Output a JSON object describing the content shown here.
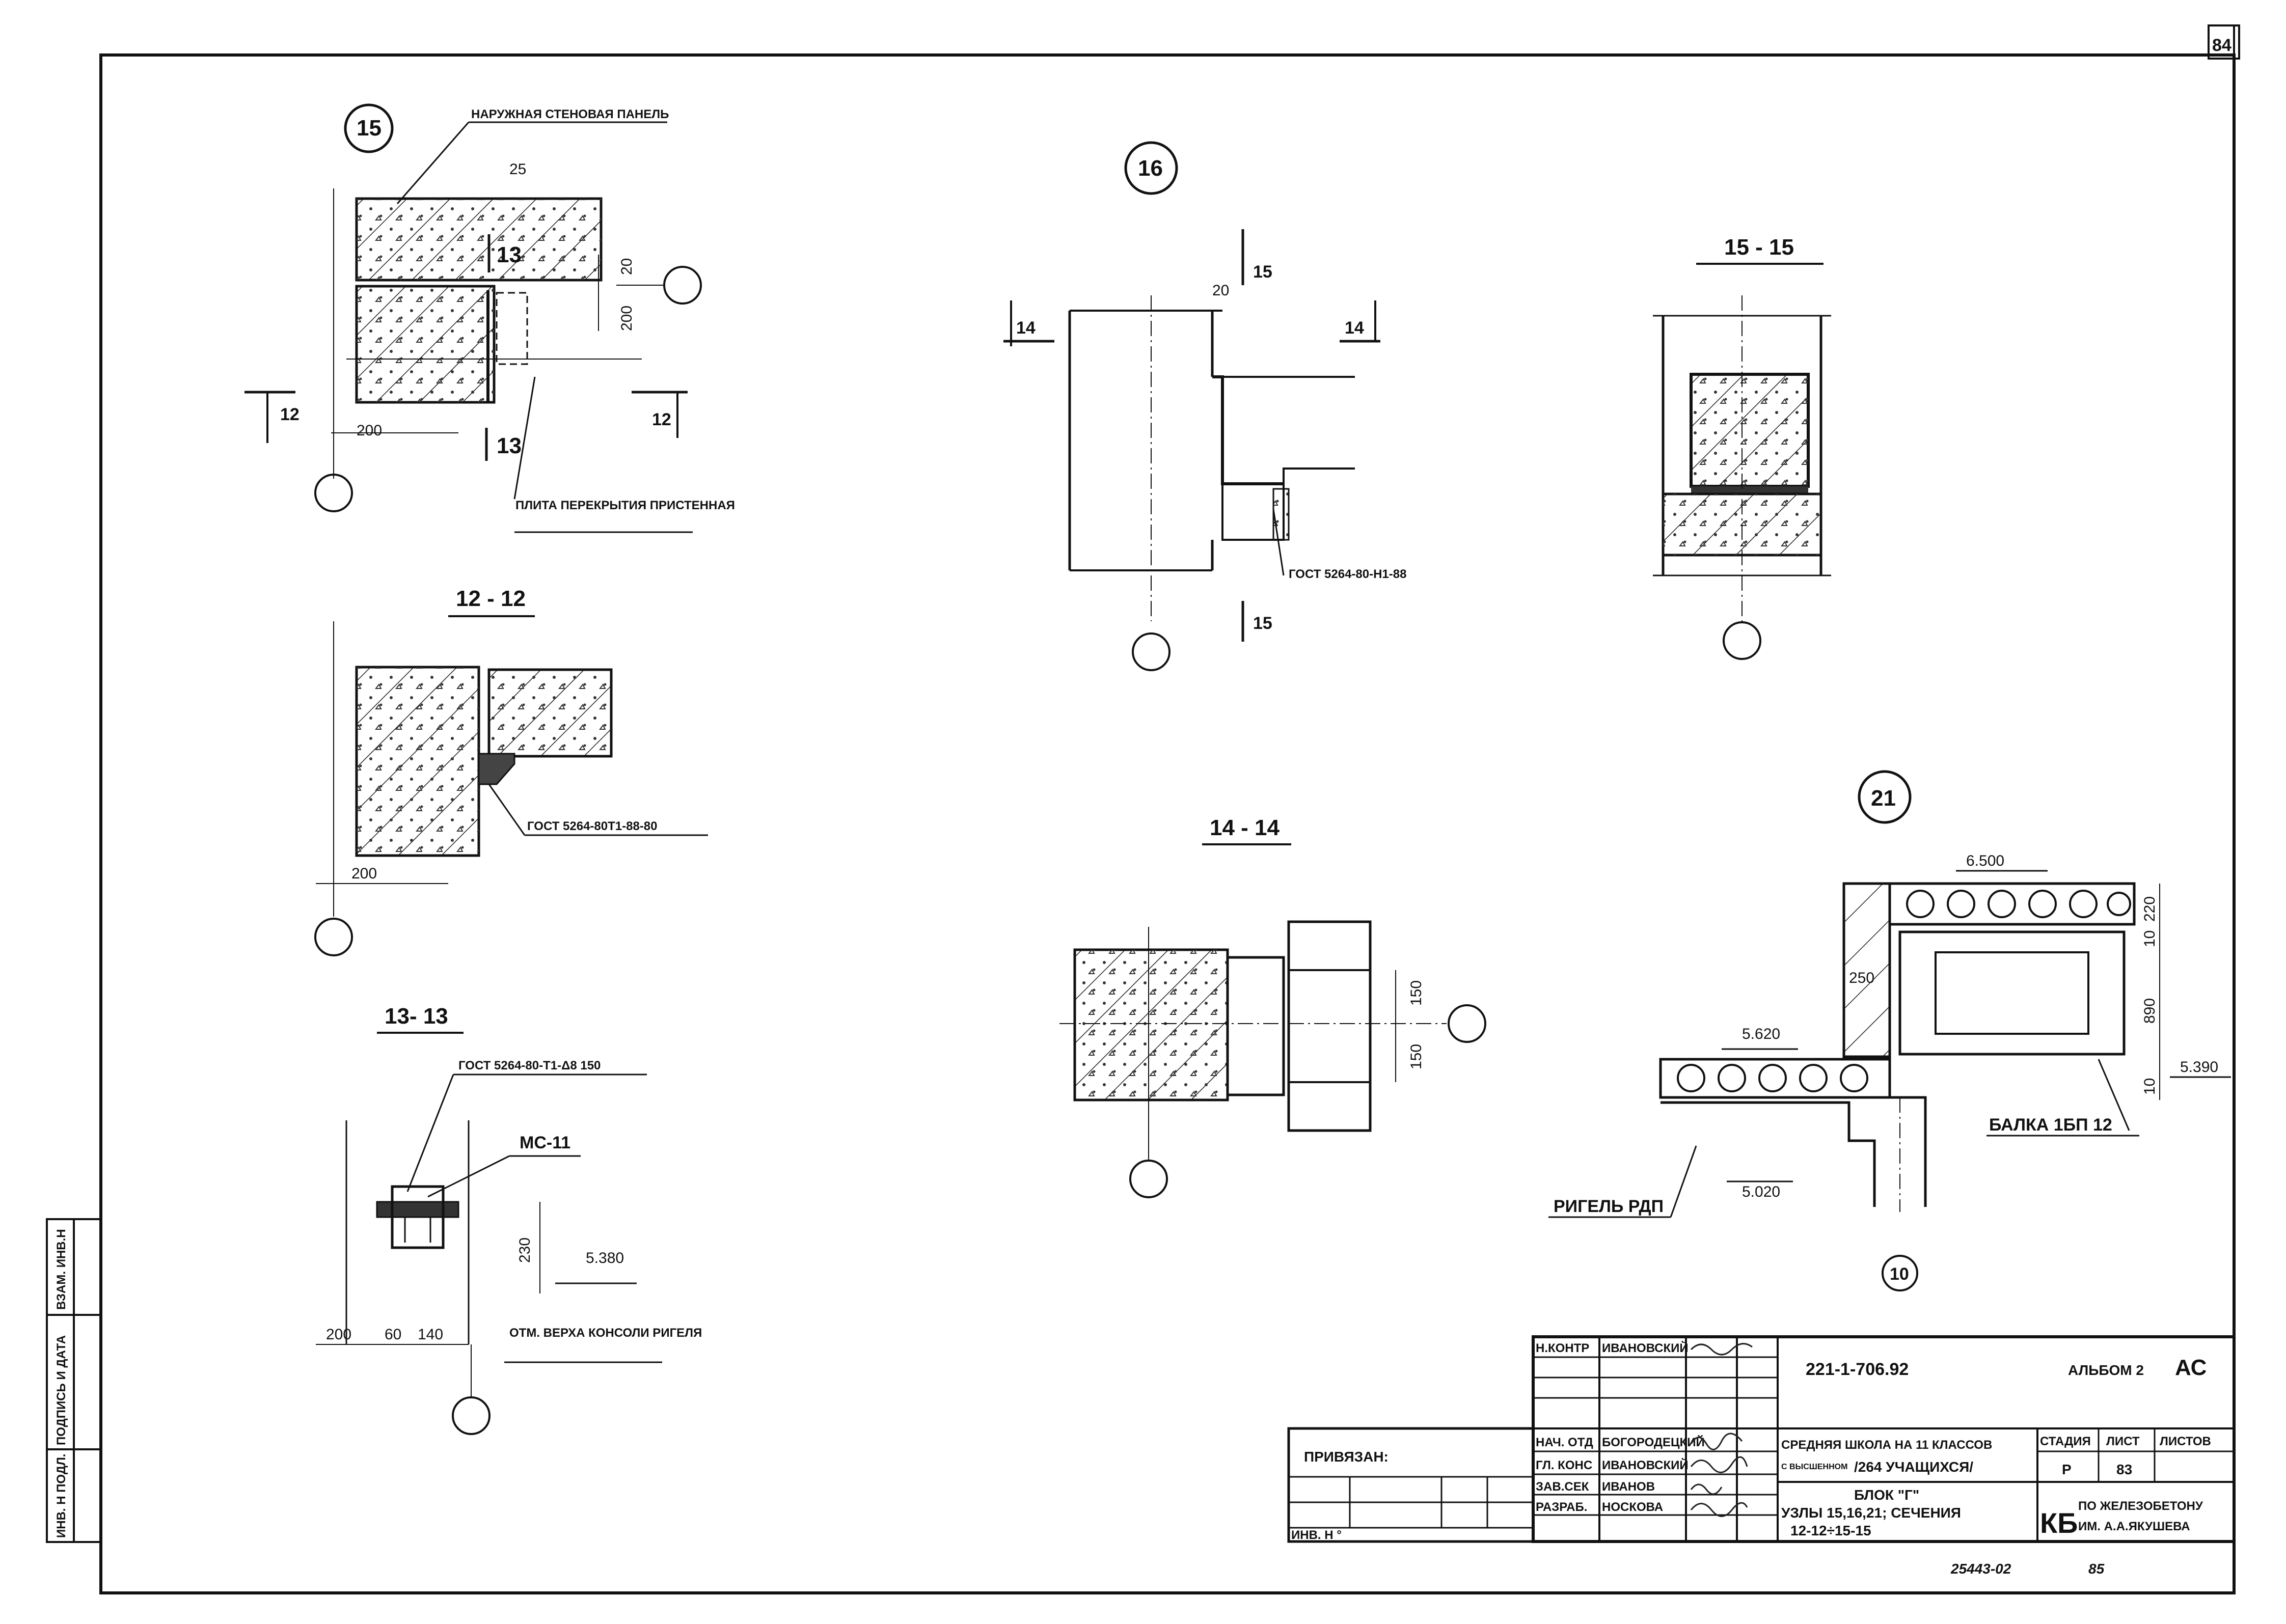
{
  "sheet": {
    "sheet_number": "84",
    "bottom_code": "25443-02",
    "bottom_code_num": "85",
    "side_stamp": {
      "inv_podl": "ИНВ. Н ПОДЛ.",
      "podpis_data": "ПОДПИСЬ И ДАТА",
      "vzam_inv": "ВЗАМ. ИНВ.Н"
    }
  },
  "nodes": {
    "n15": {
      "marker": "15",
      "callout_wall": "НАРУЖНАЯ СТЕНОВАЯ ПАНЕЛЬ",
      "callout_slab": "ПЛИТА ПЕРЕКРЫТИЯ ПРИСТЕННАЯ",
      "dim_25": "25",
      "dim_20": "20",
      "dim_200_v": "200",
      "dim_200_h": "200",
      "cut_13_top": "13",
      "cut_13_bottom": "13",
      "cut_12_left": "12",
      "cut_12_right": "12"
    },
    "n16": {
      "marker": "16",
      "cut_15_top": "15",
      "cut_15_bottom": "15",
      "cut_14_left": "14",
      "cut_14_right": "14",
      "dim_20": "20",
      "gost": "ГОСТ 5264-80-Н1-88"
    },
    "s15": {
      "title": "15 - 15"
    },
    "s12": {
      "title": "12 - 12",
      "gost": "ГОСТ 5264-80Т1-88-80",
      "dim_200": "200"
    },
    "s13": {
      "title": "13- 13",
      "gost": "ГОСТ 5264-80-Т1-Δ8 150",
      "mc": "МС-11",
      "dim_230": "230",
      "elev": "5.380",
      "dim_200": "200",
      "dim_60": "60",
      "dim_140": "140",
      "note": "ОТМ. ВЕРХА КОНСОЛИ РИГЕЛЯ"
    },
    "s14": {
      "title": "14 - 14",
      "dim_150a": "150",
      "dim_150b": "150"
    },
    "n21": {
      "marker": "21",
      "elev_6500": "6.500",
      "elev_5620": "5.620",
      "elev_5390": "5.390",
      "elev_5020": "5.020",
      "dim_250": "250",
      "dim_220": "220",
      "dim_10a": "10",
      "dim_890": "890",
      "dim_10b": "10",
      "beam": "БАЛКА 1БП 12",
      "rigel": "РИГЕЛЬ РДП",
      "axis": "10"
    }
  },
  "title_block": {
    "privyazan": "ПРИВЯЗАН:",
    "inv_n": "ИНВ. Н °",
    "roles": [
      {
        "role": "Н.КОНТР",
        "name": "ИВАНОВСКИЙ"
      },
      {
        "role": "НАЧ. ОТД",
        "name": "БОГОРОДЕЦКИЙ"
      },
      {
        "role": "ГЛ. КОНС",
        "name": "ИВАНОВСКИЙ"
      },
      {
        "role": "ЗАВ.СЕК",
        "name": "ИВАНОВ"
      },
      {
        "role": "РАЗРАБ.",
        "name": "НОСКОВА"
      }
    ],
    "project_code": "221-1-706.92",
    "album": "АЛЬБОМ 2",
    "album_mark": "АС",
    "object_line1": "СРЕДНЯЯ ШКОЛА НА 11 КЛАССОВ",
    "object_line2_small": "С ВЫСШЕННОМ",
    "object_line2": "/264 УЧАЩИХСЯ/",
    "col_stage": "СТАДИЯ",
    "col_sheet": "ЛИСТ",
    "col_sheets": "ЛИСТОВ",
    "stage": "Р",
    "sheet": "83",
    "drawing_line1": "БЛОК \"Г\"",
    "drawing_line2": "УЗЛЫ 15,16,21; СЕЧЕНИЯ",
    "drawing_line3": "12-12÷15-15",
    "org_mark": "КБ",
    "org_line1": "ПО ЖЕЛЕЗОБЕТОНУ",
    "org_line2": "ИМ. А.А.ЯКУШЕВА"
  }
}
